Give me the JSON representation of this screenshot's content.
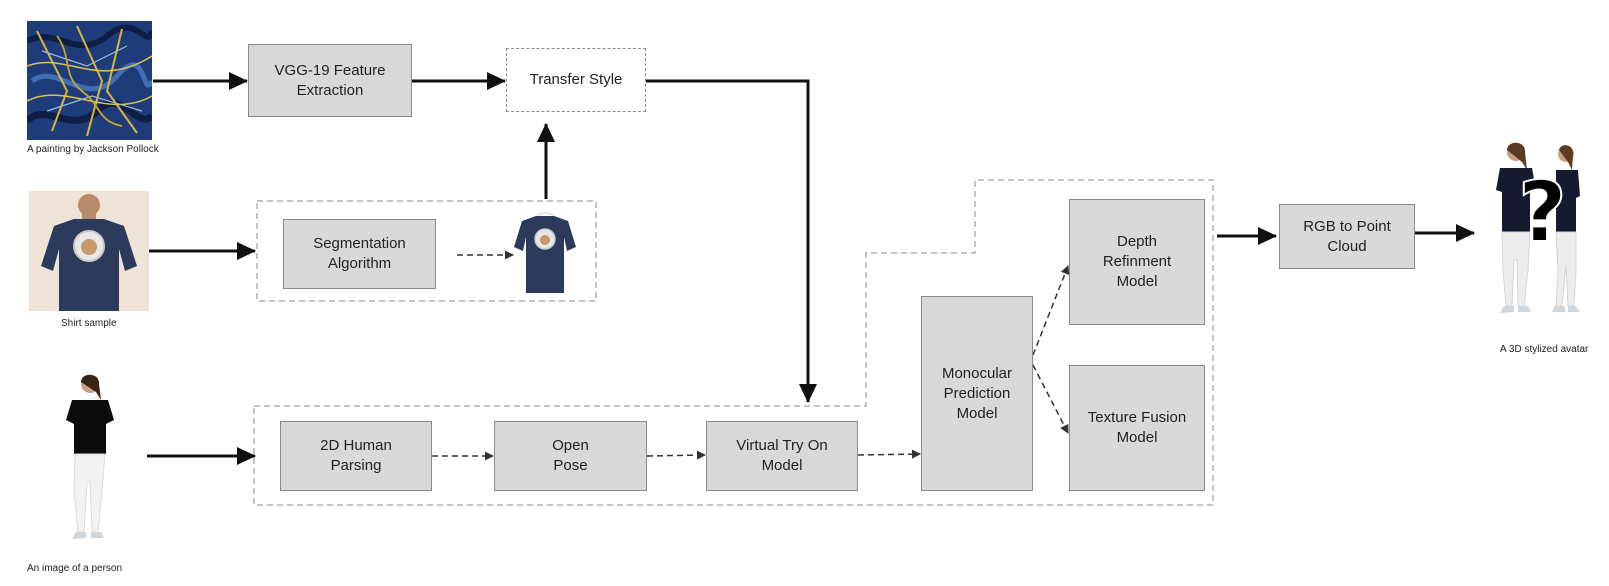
{
  "inputs": {
    "painting_caption": "A painting by Jackson Pollock",
    "shirt_caption": "Shirt sample",
    "person_caption": "An image of a person"
  },
  "nodes": {
    "vgg19": "VGG-19 Feature\nExtraction",
    "transfer_style": "Transfer Style",
    "segmentation": "Segmentation\nAlgorithm",
    "human_parsing": "2D Human\nParsing",
    "open_pose": "Open\nPose",
    "virtual_try_on": "Virtual Try On\nModel",
    "monocular": "Monocular\nPrediction\nModel",
    "depth_refinment": "Depth\nRefinment\nModel",
    "texture_fusion": "Texture Fusion\nModel",
    "rgb_to_point_cloud": "RGB to Point\nCloud"
  },
  "output": {
    "avatar_caption": "A 3D stylized avatar",
    "question_mark": "?"
  },
  "colors": {
    "box_fill": "#d9d9d9",
    "box_border": "#8a8a8a",
    "arrow": "#111111",
    "painting_blue": "#1f3c7a",
    "painting_yellow": "#d8b43a",
    "shirt_navy": "#2c3a5c"
  }
}
